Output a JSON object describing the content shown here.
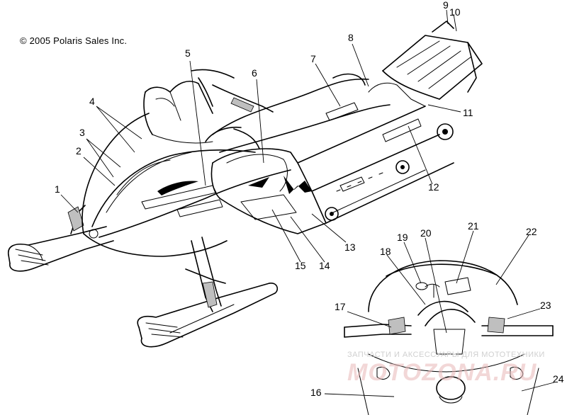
{
  "copyright": "© 2005 Polaris Sales Inc.",
  "callouts": [
    {
      "id": "c1",
      "label": "1"
    },
    {
      "id": "c2",
      "label": "2"
    },
    {
      "id": "c3",
      "label": "3"
    },
    {
      "id": "c4",
      "label": "4"
    },
    {
      "id": "c5",
      "label": "5"
    },
    {
      "id": "c6",
      "label": "6"
    },
    {
      "id": "c7",
      "label": "7"
    },
    {
      "id": "c8",
      "label": "8"
    },
    {
      "id": "c9",
      "label": "9"
    },
    {
      "id": "c10",
      "label": "10"
    },
    {
      "id": "c11",
      "label": "11"
    },
    {
      "id": "c12",
      "label": "12"
    },
    {
      "id": "c13",
      "label": "13"
    },
    {
      "id": "c14",
      "label": "14"
    },
    {
      "id": "c15",
      "label": "15"
    },
    {
      "id": "c16",
      "label": "16"
    },
    {
      "id": "c17",
      "label": "17"
    },
    {
      "id": "c18",
      "label": "18"
    },
    {
      "id": "c19",
      "label": "19"
    },
    {
      "id": "c20",
      "label": "20"
    },
    {
      "id": "c21",
      "label": "21"
    },
    {
      "id": "c22",
      "label": "22"
    },
    {
      "id": "c23",
      "label": "23"
    },
    {
      "id": "c24",
      "label": "24"
    }
  ],
  "watermark": {
    "tagline": "ЗАПЧАСТИ И АКСЕССУАРЫ ДЛЯ МОТОТЕХНИКИ",
    "logo": "MOTOZONA.RU"
  }
}
